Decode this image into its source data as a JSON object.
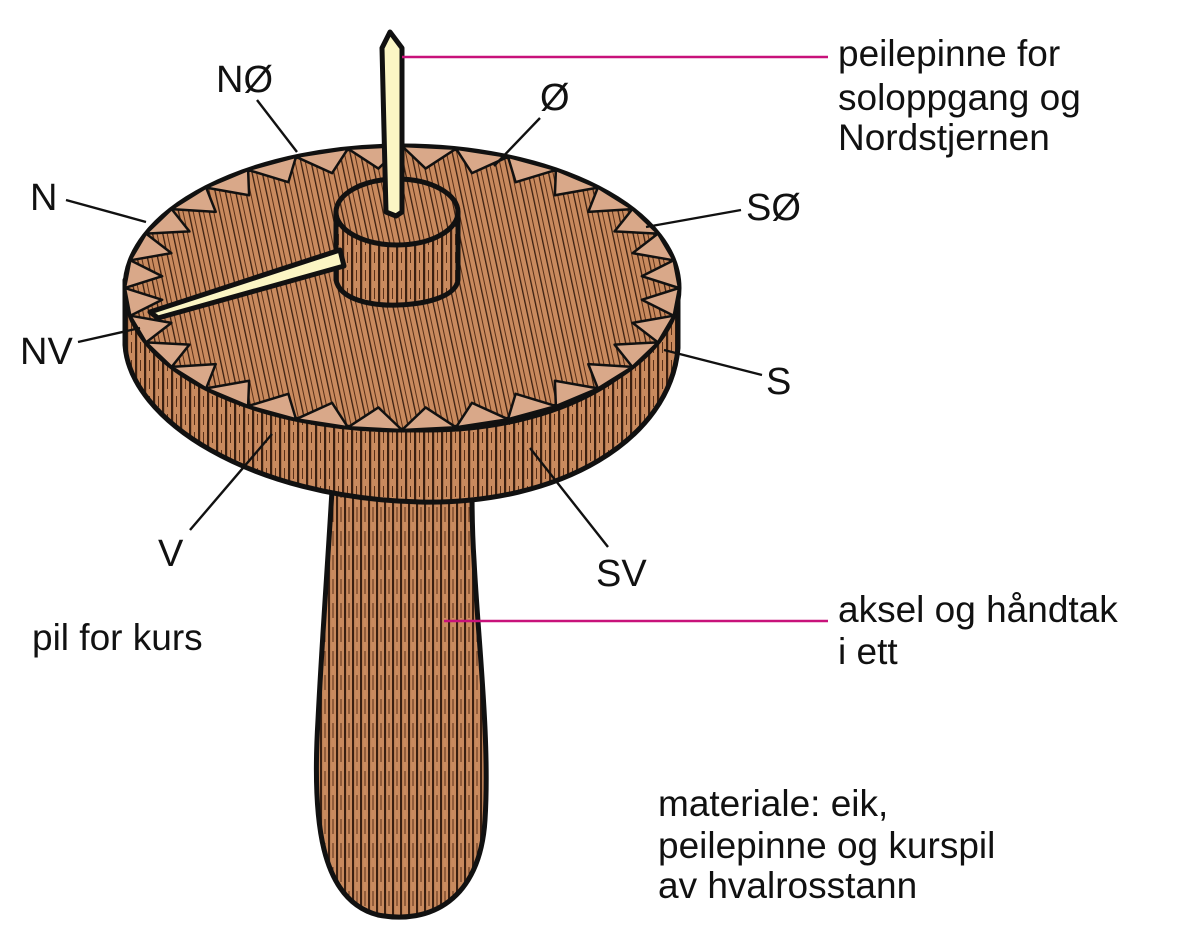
{
  "directions": {
    "n": "N",
    "no": "NØ",
    "o": "Ø",
    "so": "SØ",
    "s": "S",
    "sv": "SV",
    "v": "V",
    "nv": "NV"
  },
  "labels": {
    "pin_line1": "peilepinne for",
    "pin_line2": "soloppgang og",
    "pin_line3": "Nordstjernen",
    "axle_line1": "aksel og håndtak",
    "axle_line2": "i ett",
    "arrow": "pil for kurs",
    "material_line1": "materiale: eik,",
    "material_line2": "peilepinne og kurspil",
    "material_line3": "av hvalrosstann"
  },
  "colors": {
    "wood": "#c98a5e",
    "wood_dark": "#a86a40",
    "notch": "#d9a889",
    "ivory": "#fbf6c4",
    "leader_accent": "#c8127a",
    "ink": "#111111"
  }
}
